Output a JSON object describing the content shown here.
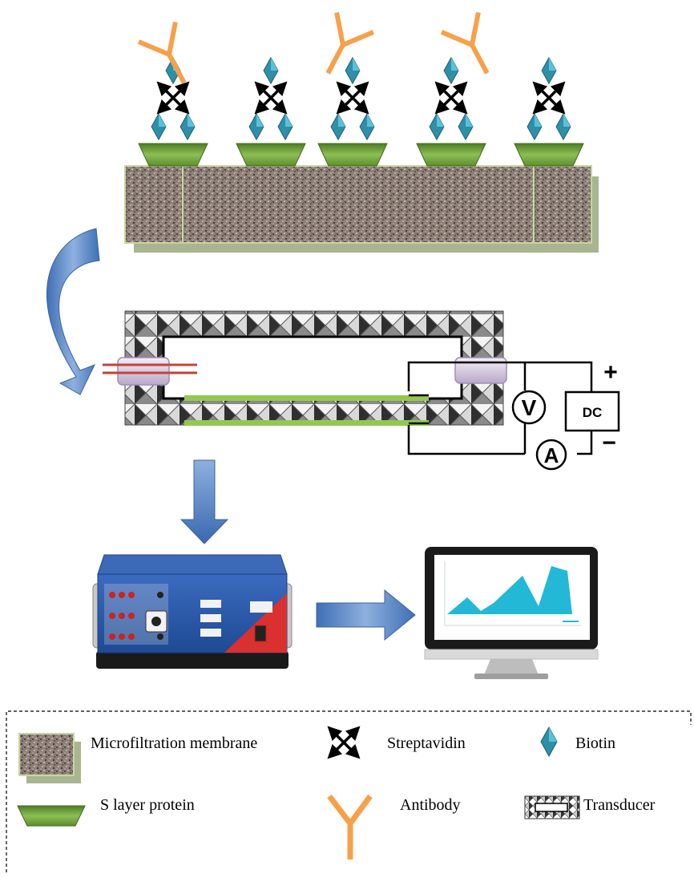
{
  "circuit": {
    "voltmeter_label": "V",
    "ammeter_label": "A",
    "source_label": "DC",
    "plus_sign": "+",
    "minus_sign": "−"
  },
  "legend": {
    "membrane_label": "Microfiltration membrane",
    "streptavidin_label": "Streptavidin",
    "biotin_label": "Biotin",
    "s_layer_label": "S layer protein",
    "antibody_label": "Antibody",
    "transducer_label": "Transducer"
  },
  "colors": {
    "antibody": "#f7a04a",
    "biotin": "#2e8fa8",
    "s_layer": "#6f9e3a",
    "membrane": "#8a7a6e",
    "arrow_blue": "#4f7fc0",
    "electrode_green": "#93c84f",
    "chart_fill": "#22b8d6",
    "instrument_blue": "#2a5aa8",
    "instrument_red": "#d93030"
  }
}
